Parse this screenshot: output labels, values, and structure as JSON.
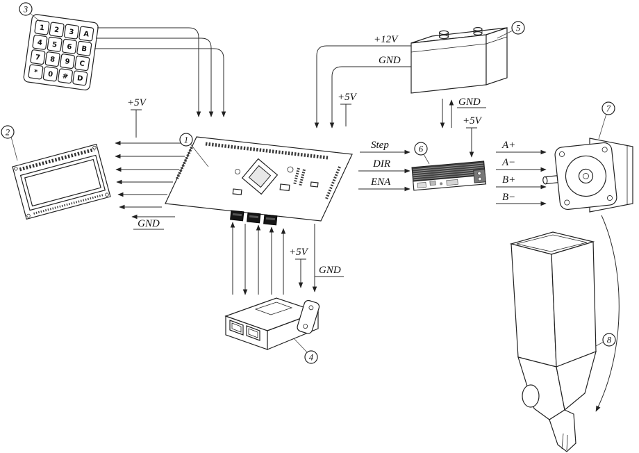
{
  "diagram": {
    "callouts": {
      "board": "1",
      "lcd": "2",
      "keypad": "3",
      "connector": "4",
      "battery": "5",
      "driver": "6",
      "motor": "7",
      "dispenser": "8"
    },
    "signals": {
      "v5": "+5V",
      "v12": "+12V",
      "gnd": "GND",
      "step": "Step",
      "dir": "DIR",
      "ena": "ENA",
      "a_plus": "A+",
      "a_minus": "A−",
      "b_plus": "B+",
      "b_minus": "B−"
    },
    "keypad_keys": [
      "1",
      "2",
      "3",
      "A",
      "4",
      "5",
      "6",
      "B",
      "7",
      "8",
      "9",
      "C",
      "*",
      "0",
      "#",
      "D"
    ]
  }
}
